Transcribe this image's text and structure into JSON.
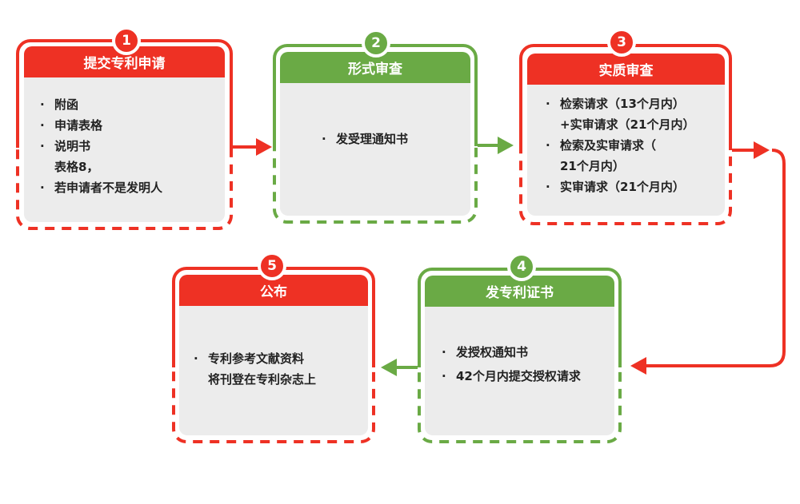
{
  "colors": {
    "red": "#ee3124",
    "green": "#6aaa45",
    "panel": "#ececec"
  },
  "steps": [
    {
      "number": "1",
      "title": "提交专利申请",
      "color": "red",
      "items": [
        {
          "text": "附函"
        },
        {
          "text": "申请表格"
        },
        {
          "text": "说明书"
        },
        {
          "text": "表格8，",
          "cont": true
        },
        {
          "text": "若申请者不是发明人"
        }
      ]
    },
    {
      "number": "2",
      "title": "形式审查",
      "color": "green",
      "items": [
        {
          "text": "发受理通知书"
        }
      ]
    },
    {
      "number": "3",
      "title": "实质审查",
      "color": "red",
      "items": [
        {
          "text": "检索请求（13个月内）"
        },
        {
          "text": "+实审请求（21个月内）",
          "cont": true
        },
        {
          "text": "检索及实审请求（"
        },
        {
          "text": "21个月内）",
          "cont": true
        },
        {
          "text": "实审请求（21个月内）"
        }
      ]
    },
    {
      "number": "4",
      "title": "发专利证书",
      "color": "green",
      "items": [
        {
          "text": "发授权通知书"
        },
        {
          "text": "42个月内提交授权请求"
        }
      ]
    },
    {
      "number": "5",
      "title": "公布",
      "color": "red",
      "items": [
        {
          "text": "专利参考文献资料"
        },
        {
          "text": "将刊登在专利杂志上",
          "cont": true
        }
      ]
    }
  ]
}
